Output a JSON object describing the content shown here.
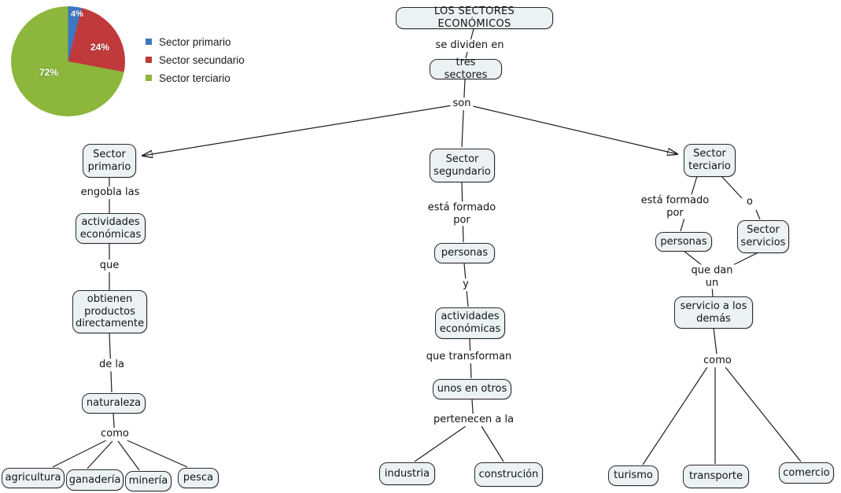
{
  "chart_data": {
    "type": "pie",
    "title": "",
    "values": [
      4,
      24,
      72
    ],
    "labels": [
      "Sector primario",
      "Sector secundario",
      "Sector terciario"
    ],
    "slice_labels": [
      "4%",
      "24%",
      "72%"
    ],
    "colors": [
      "#3C77C2",
      "#C03A3C",
      "#8CB63C"
    ],
    "legend_position": "right"
  },
  "concept_map": {
    "nodes": {
      "root": "LOS SECTORES ECONÓMICOS",
      "tres_sectores": "tres sectores",
      "sector_primario": "Sector primario",
      "actividades_economicas_1": "actividades económicas",
      "obtienen_productos": "obtienen productos directamente",
      "naturaleza": "naturaleza",
      "agricultura": "agricultura",
      "ganaderia": "ganadería",
      "mineria": "minería",
      "pesca": "pesca",
      "sector_segundario": "Sector segundario",
      "personas_1": "personas",
      "actividades_economicas_2": "actividades económicas",
      "unos_en_otros": "unos en otros",
      "industria": "industria",
      "construcion": "construción",
      "sector_terciario": "Sector terciario",
      "personas_2": "personas",
      "sector_servicios": "Sector servicios",
      "servicio_a_los_demas": "servicio a los demás",
      "turismo": "turismo",
      "transporte": "transporte",
      "comercio": "comercio"
    },
    "links": {
      "se_dividen_en": "se dividen en",
      "son": "son",
      "engobla_las": "engobla las",
      "que": "que",
      "de_la": "de la",
      "como_izq": "como",
      "esta_formado_por_centro": "está formado por",
      "y": "y",
      "que_transforman": "que transforman",
      "pertenecen_a_la": "pertenecen a la",
      "esta_formado_por_der": "está formado por",
      "o": "o",
      "que_dan_un": "que dan un",
      "como_der": "como"
    }
  }
}
